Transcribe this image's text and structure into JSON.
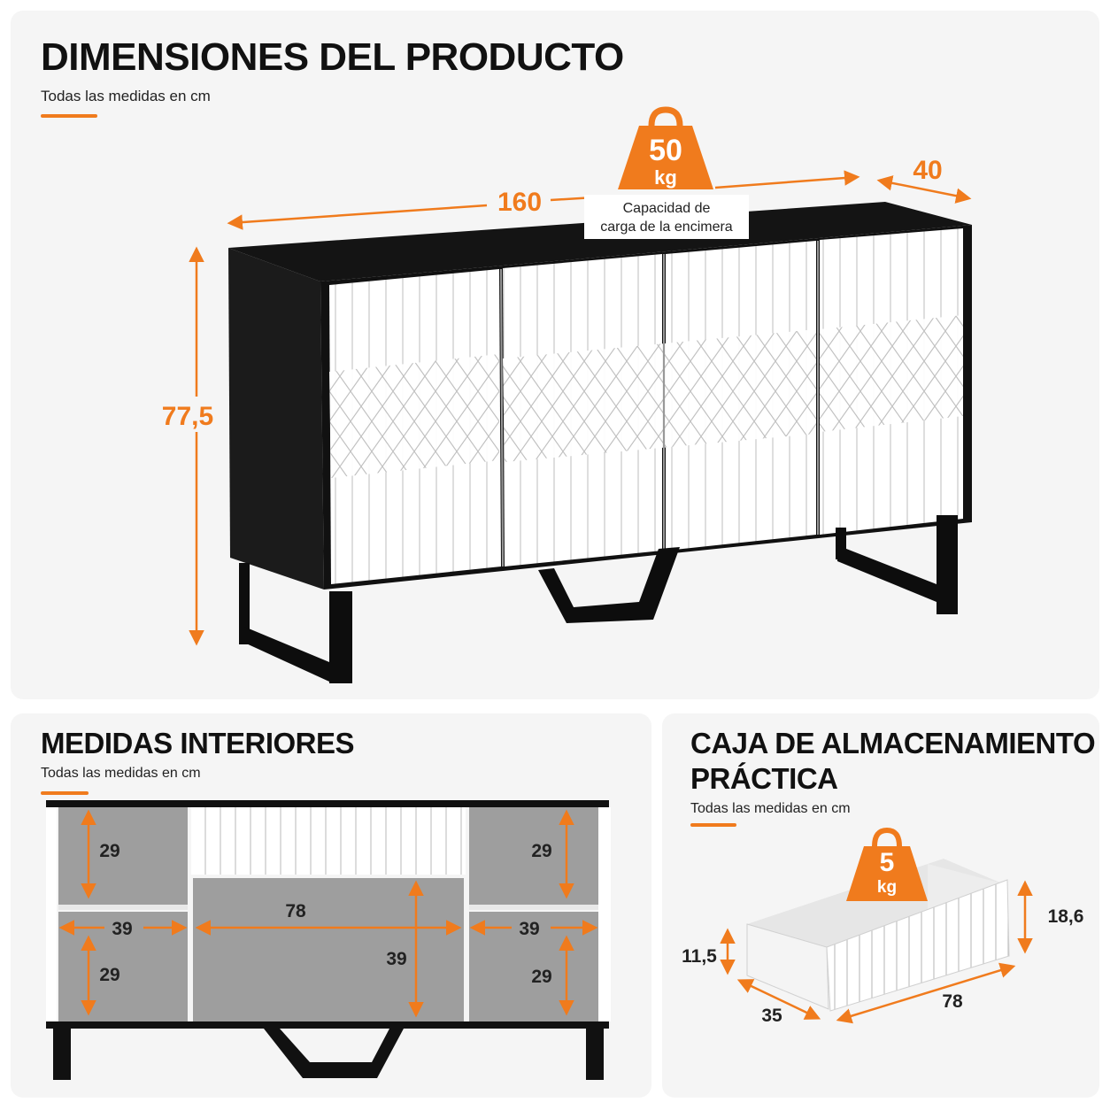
{
  "accent_color": "#f07b1d",
  "product": {
    "title": "DIMENSIONES DEL PRODUCTO",
    "subtitle": "Todas las medidas en cm",
    "width": "160",
    "depth": "40",
    "height": "77,5",
    "load": {
      "value": "50",
      "unit": "kg",
      "caption_line1": "Capacidad de",
      "caption_line2": "carga de la encimera"
    }
  },
  "interior": {
    "title": "MEDIDAS INTERIORES",
    "subtitle": "Todas las medidas en cm",
    "left_top_h": "29",
    "left_width": "39",
    "left_bottom_h": "29",
    "center_width": "78",
    "center_height": "39",
    "right_top_h": "29",
    "right_width": "39",
    "right_bottom_h": "29"
  },
  "drawer": {
    "title_line1": "CAJA DE ALMACENAMIENTO",
    "title_line2": "PRÁCTICA",
    "subtitle": "Todas las medidas en cm",
    "load": {
      "value": "5",
      "unit": "kg"
    },
    "front_height": "18,6",
    "side_height": "11,5",
    "depth": "35",
    "length": "78"
  }
}
